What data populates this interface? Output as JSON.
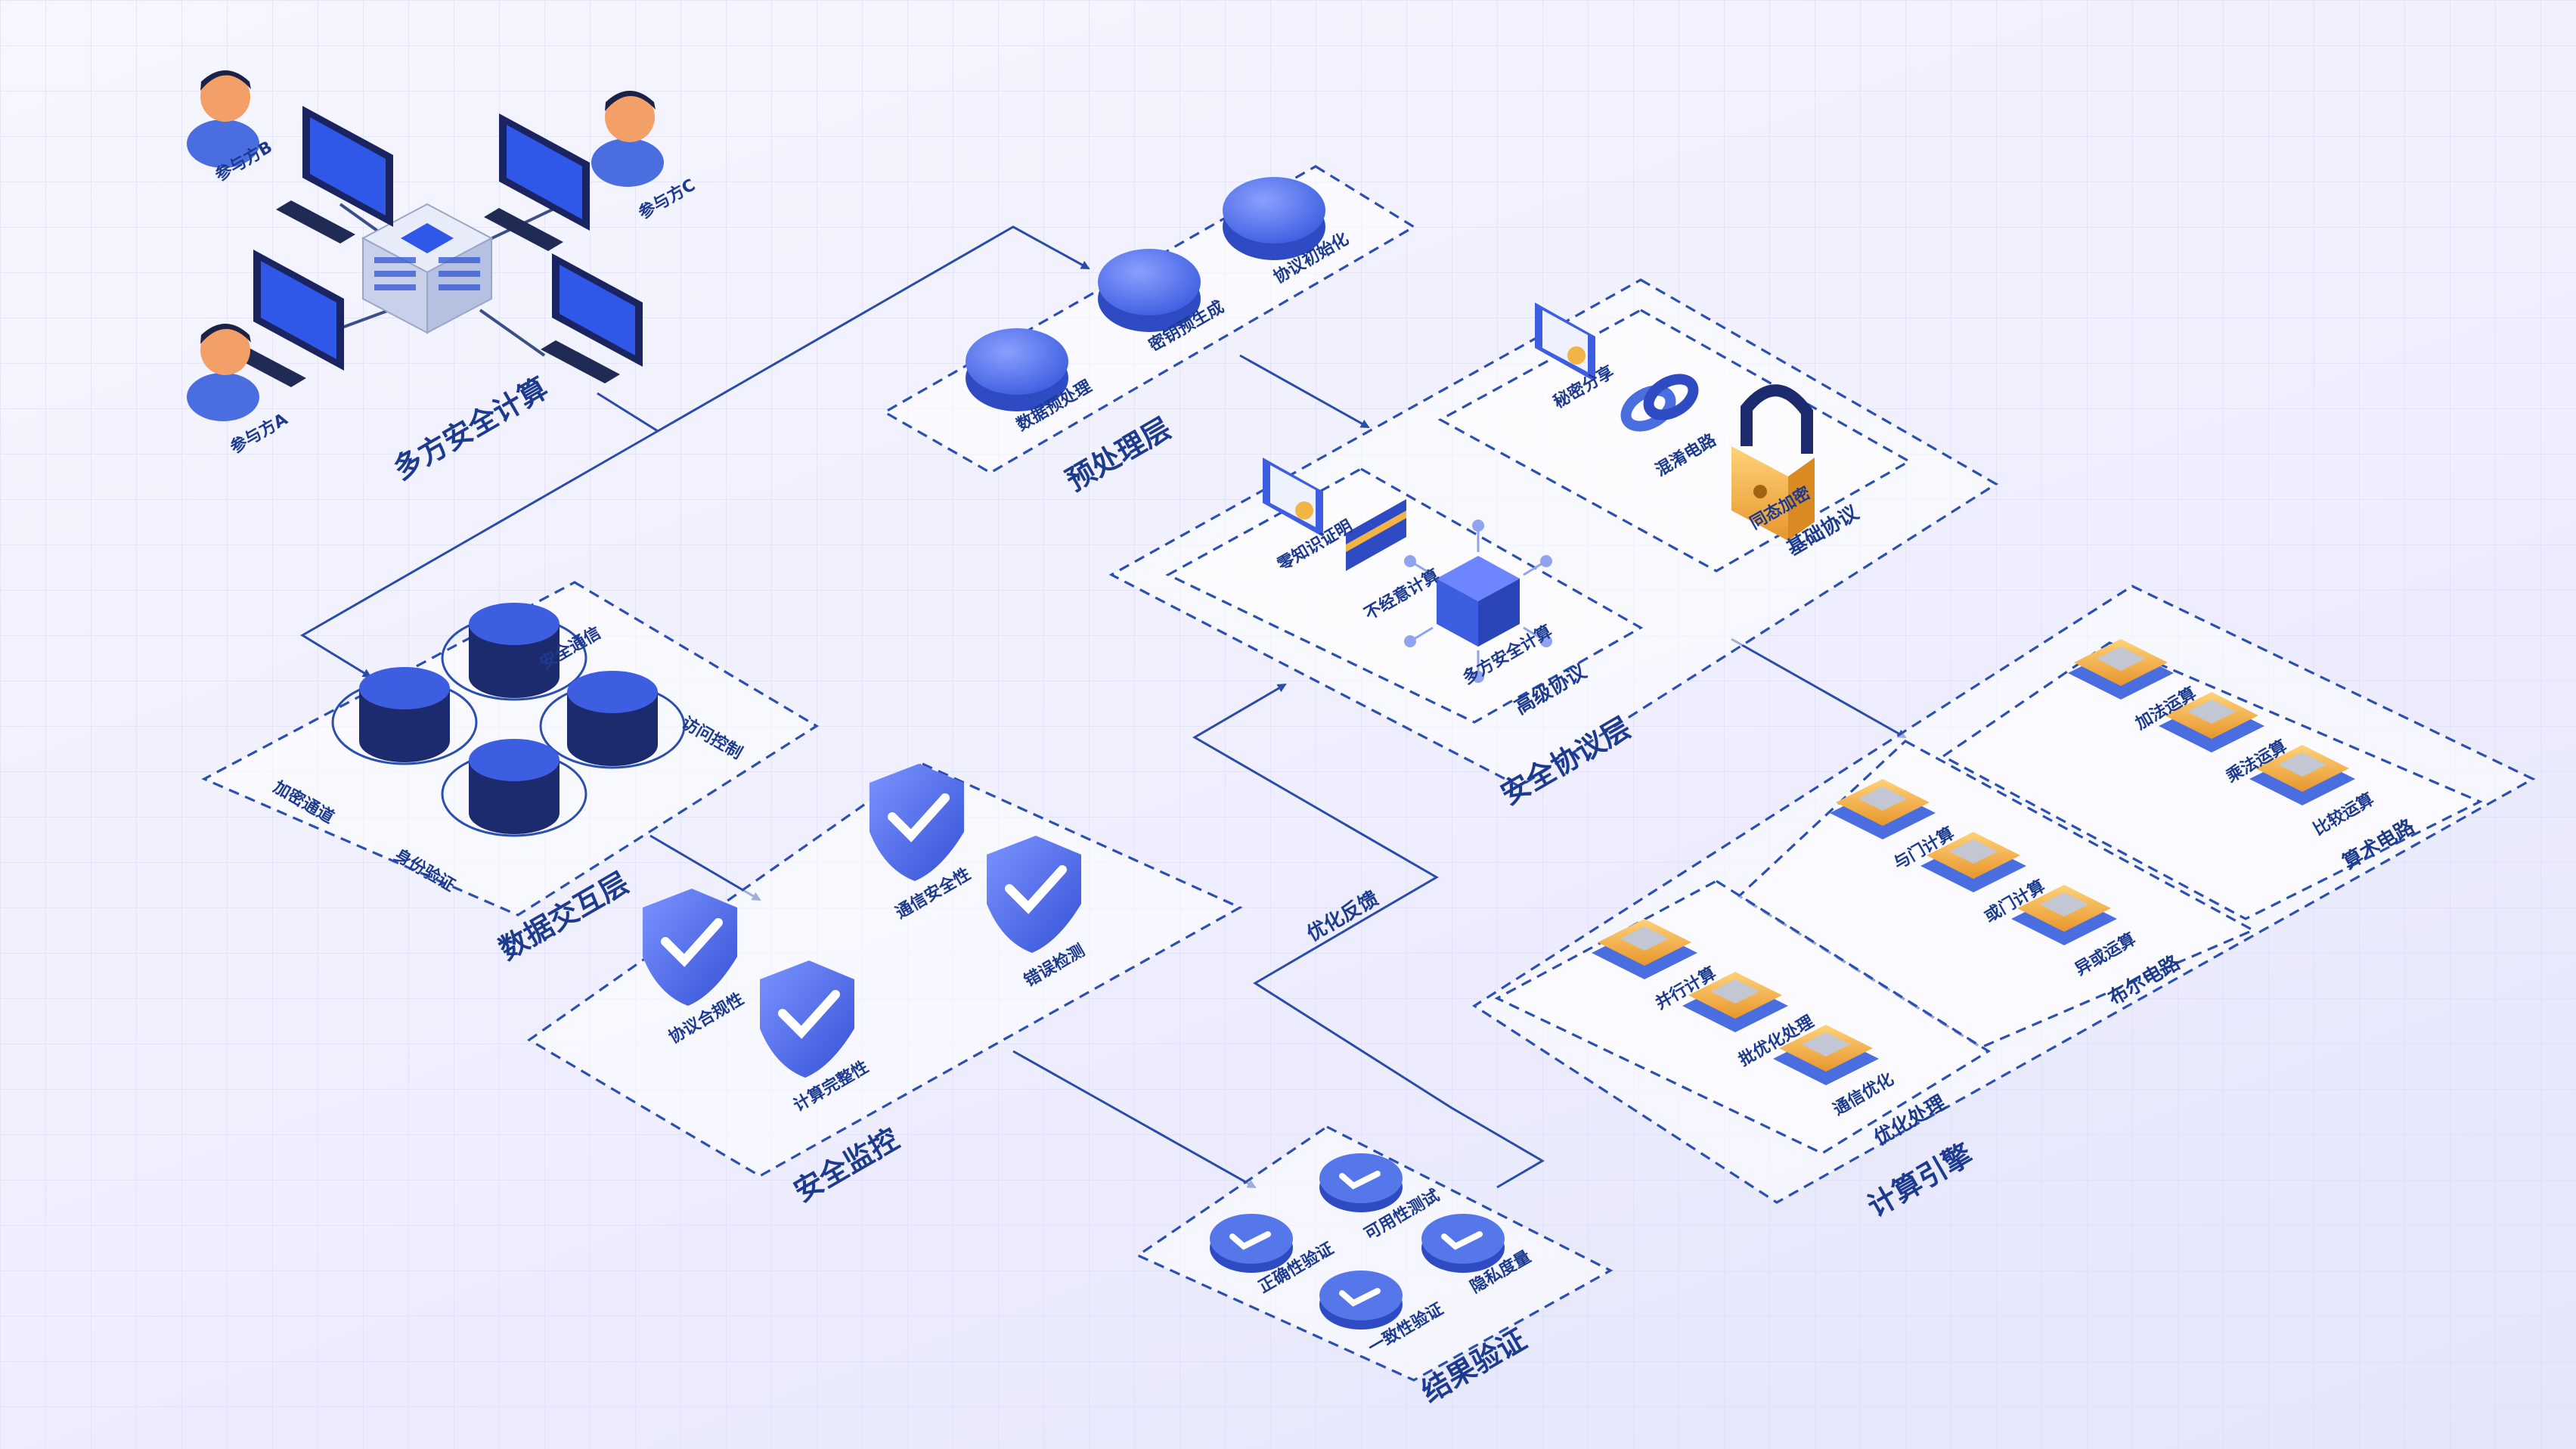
{
  "colors": {
    "accent": "#4a6de0",
    "dark_blue": "#1c3a8e",
    "chip_gold": "#f2b545",
    "lock_gold": "#f0a83a"
  },
  "mpc": {
    "title": "多方安全计算",
    "party_a": "参与方A",
    "party_b": "参与方B",
    "party_c": "参与方C",
    "icons": [
      "user-icon",
      "computer-icon",
      "server-icon"
    ]
  },
  "preprocess": {
    "title": "预处理层",
    "items": [
      "数据预处理",
      "密钥预生成",
      "协议初始化"
    ]
  },
  "protocol": {
    "title": "安全协议层",
    "basic": {
      "title": "基础协议",
      "items": [
        "秘密分享",
        "混淆电路",
        "同态加密"
      ]
    },
    "advanced": {
      "title": "高级协议",
      "items": [
        "零知识证明",
        "不经意计算",
        "多方安全计算"
      ]
    }
  },
  "exchange": {
    "title": "数据交互层",
    "items": [
      "安全通信",
      "访问控制",
      "加密通道",
      "身份验证"
    ]
  },
  "monitor": {
    "title": "安全监控",
    "items": [
      "通信安全性",
      "错误检测",
      "协议合规性",
      "计算完整性"
    ]
  },
  "feedback": {
    "label": "优化反馈"
  },
  "engine": {
    "title": "计算引擎",
    "arith": {
      "title": "算术电路",
      "items": [
        "加法运算",
        "乘法运算",
        "比较运算"
      ]
    },
    "bool": {
      "title": "布尔电路",
      "items": [
        "与门计算",
        "或门计算",
        "异或运算"
      ]
    },
    "opt": {
      "title": "优化处理",
      "items": [
        "并行计算",
        "批优化处理",
        "通信优化"
      ]
    }
  },
  "verify": {
    "title": "结果验证",
    "items": [
      "可用性测试",
      "正确性验证",
      "隐私度量",
      "一致性验证"
    ]
  }
}
